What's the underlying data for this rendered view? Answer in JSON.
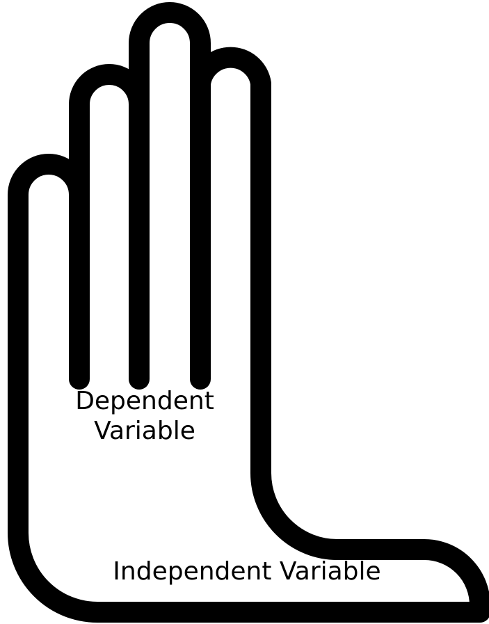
{
  "diagram": {
    "stroke_color": "#000000",
    "fill_color": "#ffffff",
    "shape_icon": "hand-outline-icon",
    "dependent_label_line1": "Dependent",
    "dependent_label_line2": "Variable",
    "independent_label": "Independent Variable"
  }
}
